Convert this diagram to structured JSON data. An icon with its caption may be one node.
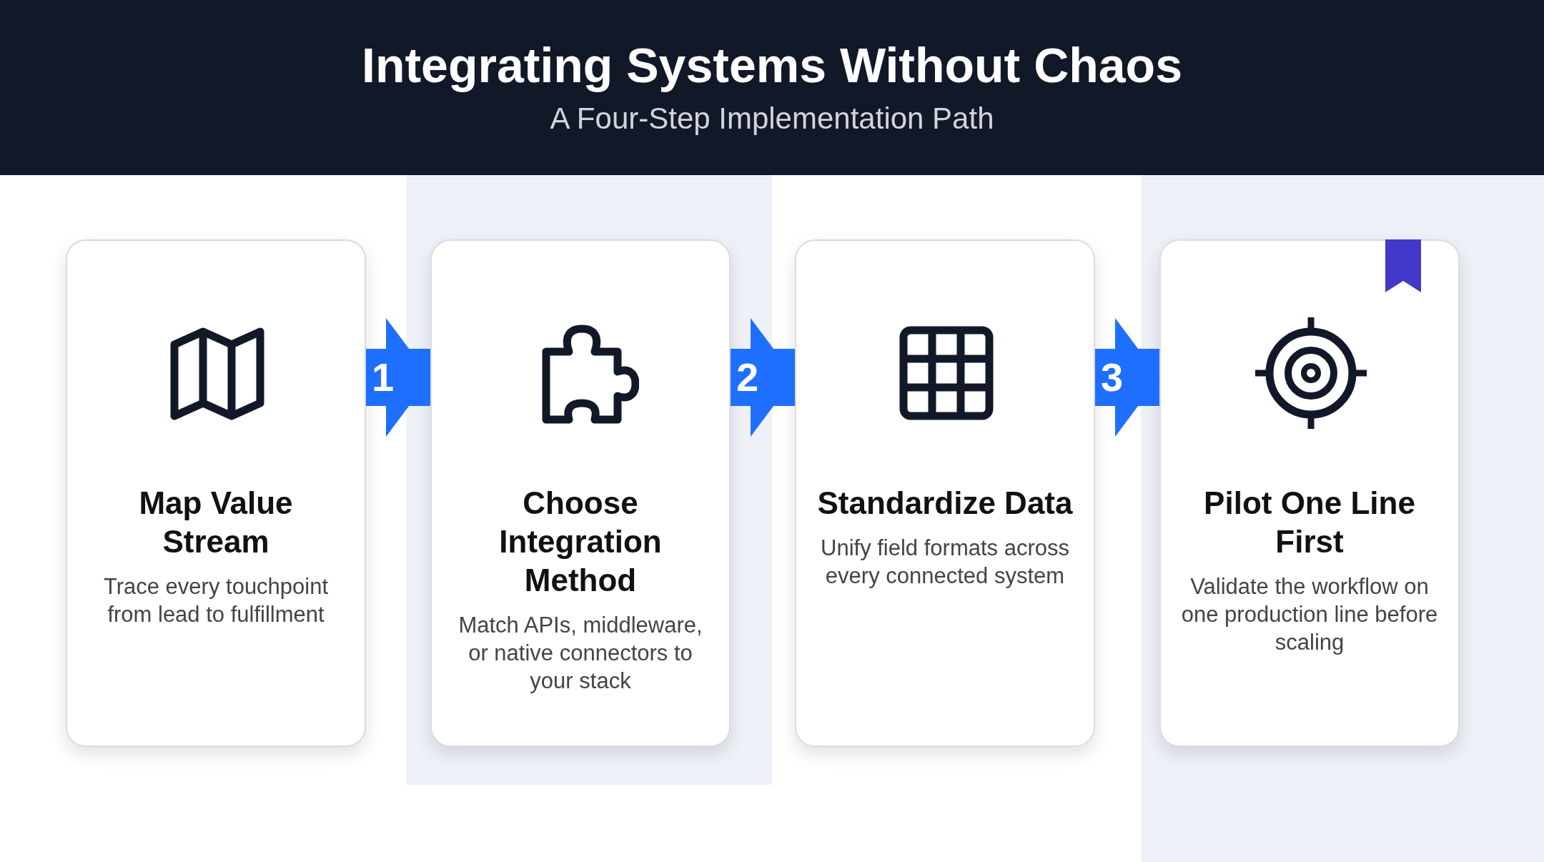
{
  "diagram": {
    "title": "Integrating Systems Without Chaos",
    "caption": "A Four-Step Implementation Path",
    "nodes": [
      {
        "text": [
          "Map Value Stream",
          "Trace every touchpoint from lead to fulfillment"
        ]
      },
      {
        "text": [
          "Choose Integration Method",
          "Match APIs, middleware, or native connectors to your stack"
        ]
      },
      {
        "text": [
          "Standardize Data",
          "Unify field formats across every connected system"
        ]
      },
      {
        "text": [
          "Pilot One Line First",
          "Validate the workflow on one production line before scaling"
        ]
      }
    ],
    "edges": [
      {
        "from": 0,
        "to": 1,
        "arrow": "to",
        "label": "1"
      },
      {
        "from": 1,
        "to": 2,
        "arrow": "to",
        "label": "2"
      },
      {
        "from": 2,
        "to": 3,
        "arrow": "to",
        "label": "3"
      }
    ]
  }
}
